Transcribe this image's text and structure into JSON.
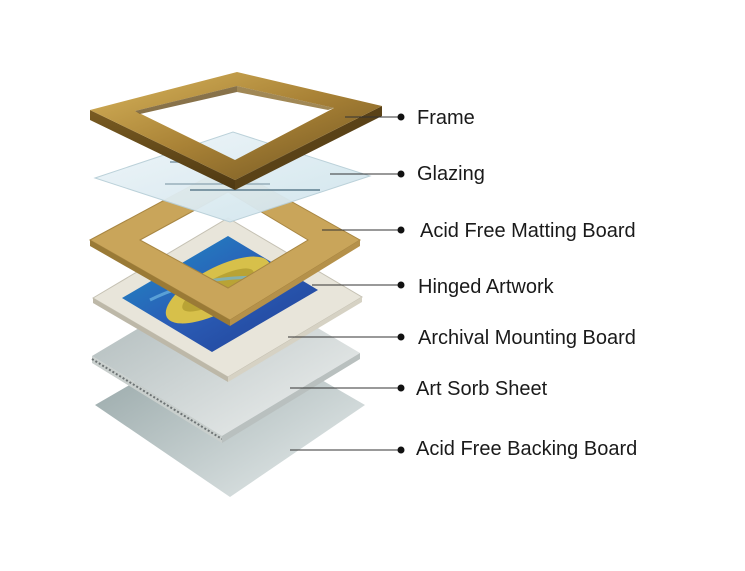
{
  "layers": [
    {
      "label": "Frame",
      "kind": "frame",
      "color": "#b08a3a"
    },
    {
      "label": "Glazing",
      "kind": "glass",
      "color": "#dfeef4"
    },
    {
      "label": "Acid Free Matting Board",
      "kind": "mat",
      "color": "#c9a55a"
    },
    {
      "label": "Hinged Artwork",
      "kind": "artwork",
      "color": "#2a63b8"
    },
    {
      "label": "Archival Mounting Board",
      "kind": "board",
      "color": "#e8e4d8"
    },
    {
      "label": "Art Sorb Sheet",
      "kind": "sorb",
      "color": "#c7cfd0"
    },
    {
      "label": "Acid Free Backing Board",
      "kind": "backing",
      "color": "#8fa3a5"
    }
  ],
  "colors": {
    "leader_line": "#333333",
    "dot": "#111111",
    "text": "#1a1a1a"
  }
}
